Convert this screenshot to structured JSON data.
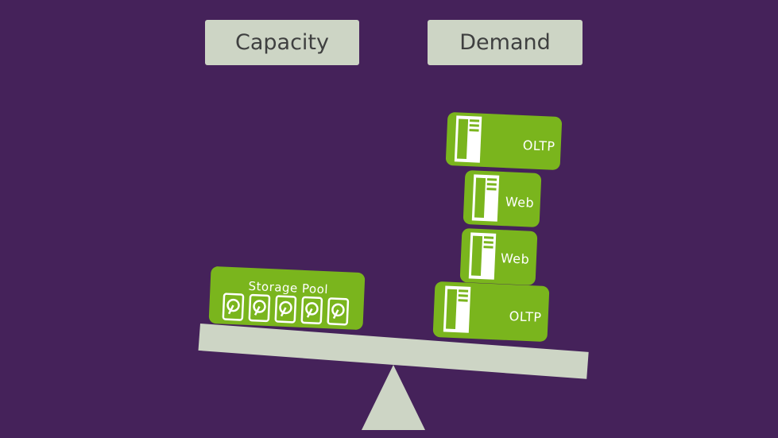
{
  "capacity_label": "Capacity",
  "demand_label": "Demand",
  "storage_pool": {
    "label": "Storage Pool",
    "disk_count": 5
  },
  "workloads": [
    {
      "label": "OLTP"
    },
    {
      "label": "Web"
    },
    {
      "label": "Web"
    },
    {
      "label": "OLTP"
    }
  ],
  "colors": {
    "background": "#45225a",
    "block_green": "#7ab51d",
    "panel_grey": "#cdd5c5"
  }
}
